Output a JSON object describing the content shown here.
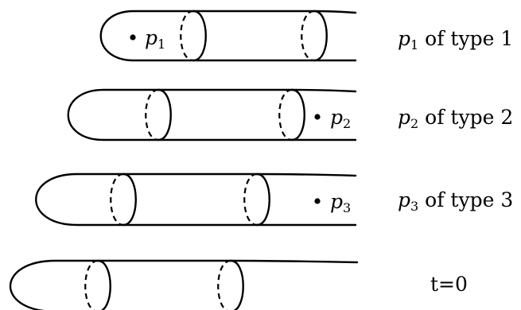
{
  "diagram": {
    "colors": {
      "stroke": "#000000",
      "background": "#ffffff"
    },
    "tubes": [
      {
        "point": {
          "symbol": "p",
          "index": "1"
        },
        "caption": {
          "symbol": "p",
          "index": "1",
          "text": " of type 1"
        }
      },
      {
        "point": {
          "symbol": "p",
          "index": "2"
        },
        "caption": {
          "symbol": "p",
          "index": "2",
          "text": " of type 2"
        }
      },
      {
        "point": {
          "symbol": "p",
          "index": "3"
        },
        "caption": {
          "symbol": "p",
          "index": "3",
          "text": " of type 3"
        }
      },
      {
        "caption": {
          "text": "t=0"
        }
      }
    ]
  }
}
